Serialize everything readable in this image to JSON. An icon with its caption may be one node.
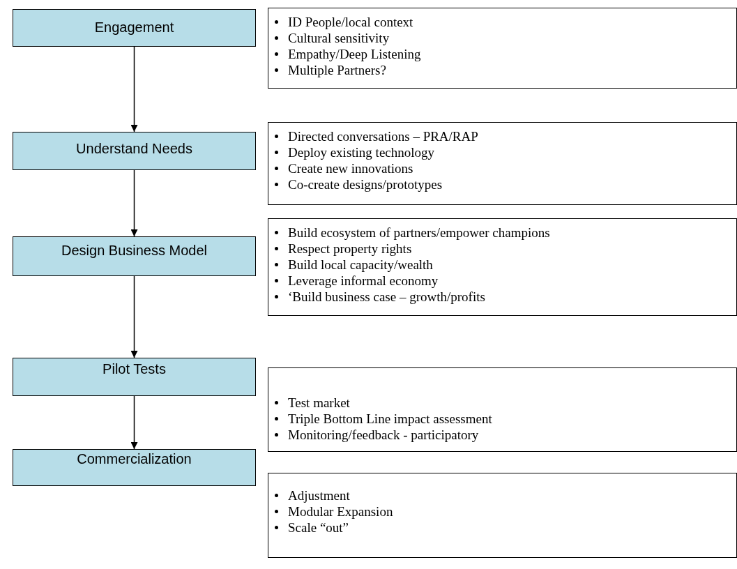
{
  "diagram": {
    "nodes": [
      {
        "text": [
          "Engagement"
        ]
      },
      {
        "text": [
          "ID People/local context",
          "Cultural sensitivity",
          "Empathy/Deep Listening",
          "Multiple Partners?"
        ]
      },
      {
        "text": [
          "Understand Needs"
        ]
      },
      {
        "text": [
          "Directed conversations – PRA/RAP",
          "Deploy existing technology",
          "Create new innovations",
          "Co-create designs/prototypes"
        ]
      },
      {
        "text": [
          "Design Business Model"
        ]
      },
      {
        "text": [
          "Build ecosystem of partners/empower champions",
          "Respect property rights",
          "Build local capacity/wealth",
          "Leverage informal economy",
          "‘Build business case – growth/profits"
        ]
      },
      {
        "text": [
          "Pilot Tests"
        ]
      },
      {
        "text": [
          "Test market",
          "Triple Bottom Line impact assessment",
          "Monitoring/feedback - participatory"
        ]
      },
      {
        "text": [
          "Commercialization"
        ]
      },
      {
        "text": [
          "Adjustment",
          "Modular Expansion",
          "Scale “out”"
        ]
      }
    ],
    "edges": [
      {
        "from": 0,
        "to": 2,
        "arrow": "to"
      },
      {
        "from": 2,
        "to": 4,
        "arrow": "to"
      },
      {
        "from": 4,
        "to": 6,
        "arrow": "to"
      },
      {
        "from": 6,
        "to": 8,
        "arrow": "to"
      }
    ]
  }
}
